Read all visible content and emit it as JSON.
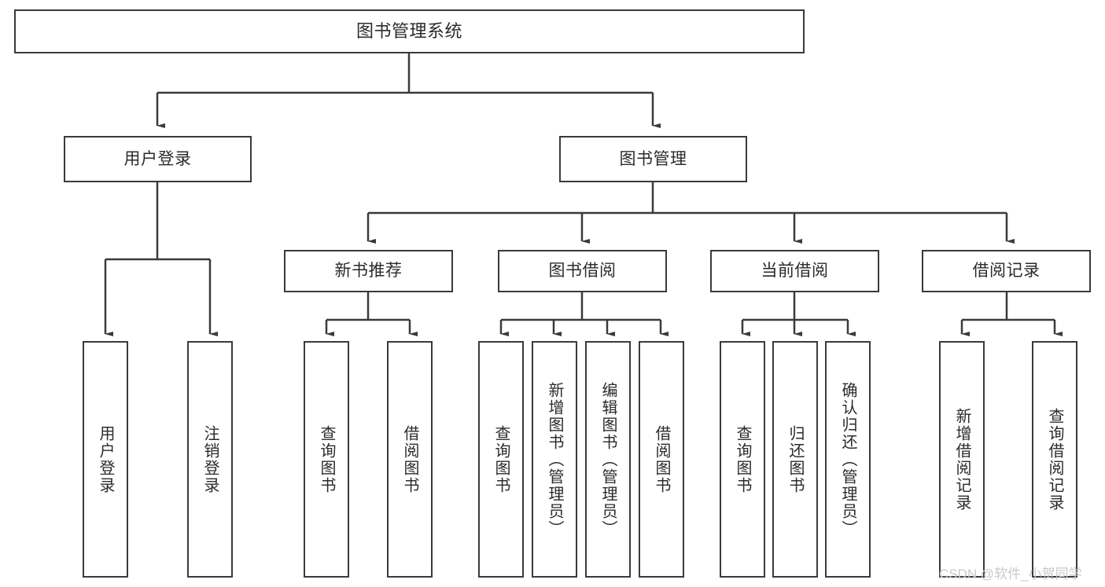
{
  "diagram": {
    "title": "图书管理系统",
    "type": "tree-hierarchy",
    "root": {
      "label": "图书管理系统"
    },
    "level1": [
      {
        "label": "用户登录"
      },
      {
        "label": "图书管理"
      }
    ],
    "level2": [
      {
        "label": "新书推荐",
        "parent": "图书管理"
      },
      {
        "label": "图书借阅",
        "parent": "图书管理"
      },
      {
        "label": "当前借阅",
        "parent": "图书管理"
      },
      {
        "label": "借阅记录",
        "parent": "图书管理"
      }
    ],
    "leaves": {
      "user_login": [
        {
          "label": "用户登录"
        },
        {
          "label": "注销登录"
        }
      ],
      "new_book_recommend": [
        {
          "label": "查询图书"
        },
        {
          "label": "借阅图书"
        }
      ],
      "book_borrow": [
        {
          "label": "查询图书"
        },
        {
          "label": "新增图书（管理员）"
        },
        {
          "label": "编辑图书（管理员）"
        },
        {
          "label": "借阅图书"
        }
      ],
      "current_borrow": [
        {
          "label": "查询图书"
        },
        {
          "label": "归还图书"
        },
        {
          "label": "确认归还（管理员）"
        }
      ],
      "borrow_record": [
        {
          "label": "新增借阅记录"
        },
        {
          "label": "查询借阅记录"
        }
      ]
    }
  },
  "watermark": {
    "text": "CSDN @软件_小贺同学"
  },
  "colors": {
    "border": "#3a3a3a",
    "text": "#2b2b2b",
    "background": "#ffffff",
    "watermark": "#c9c9c9"
  }
}
